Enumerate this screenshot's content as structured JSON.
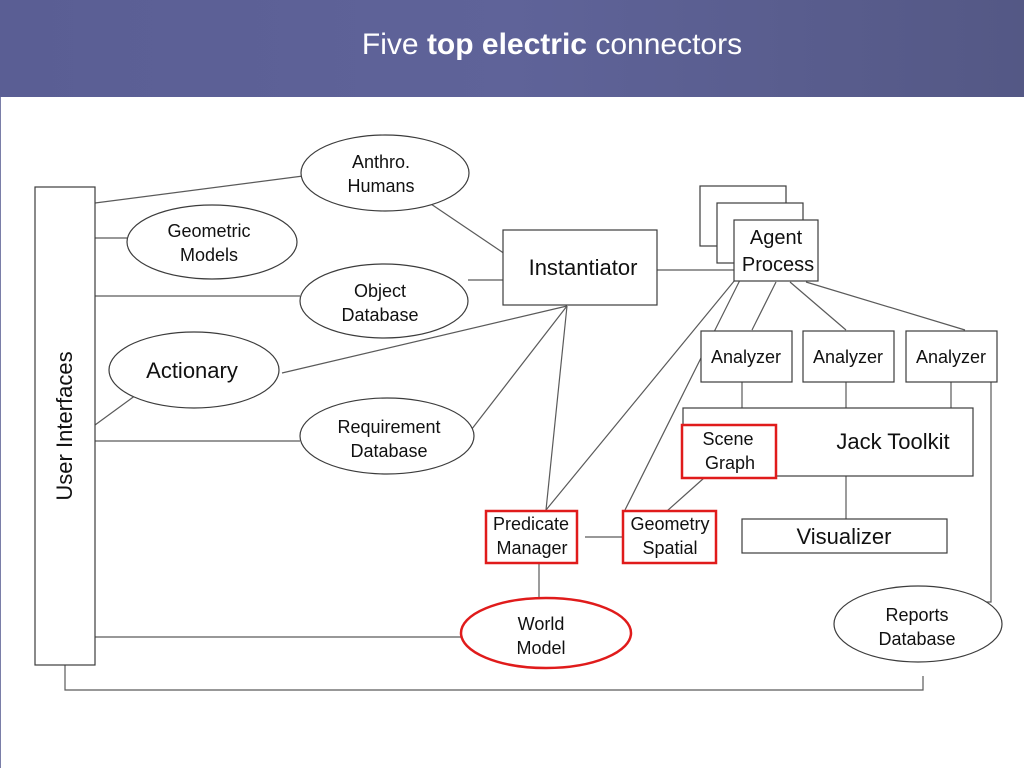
{
  "title": {
    "prefix": "Five",
    "bold": "top electric",
    "suffix": "connectors"
  },
  "nodes": {
    "user_interfaces": "User Interfaces",
    "anthro_line1": "Anthro.",
    "anthro_line2": "Humans",
    "geometric_line1": "Geometric",
    "geometric_line2": "Models",
    "object_line1": "Object",
    "object_line2": "Database",
    "actionary": "Actionary",
    "requirement_line1": "Requirement",
    "requirement_line2": "Database",
    "instantiator": "Instantiator",
    "agent_line1": "Agent",
    "agent_line2": "Process",
    "analyzer_1": "Analyzer",
    "analyzer_2": "Analyzer",
    "analyzer_3": "Analyzer",
    "jack_toolkit": "Jack Toolkit",
    "scene_line1": "Scene",
    "scene_line2": "Graph",
    "visualizer": "Visualizer",
    "predicate_line1": "Predicate",
    "predicate_line2": "Manager",
    "geometry_line1": "Geometry",
    "geometry_line2": "Spatial",
    "world_line1": "World",
    "world_line2": "Model",
    "reports_line1": "Reports",
    "reports_line2": "Database"
  },
  "colors": {
    "header": "#5b5f96",
    "highlight": "#e01b1b",
    "line": "#5a5a5a"
  }
}
